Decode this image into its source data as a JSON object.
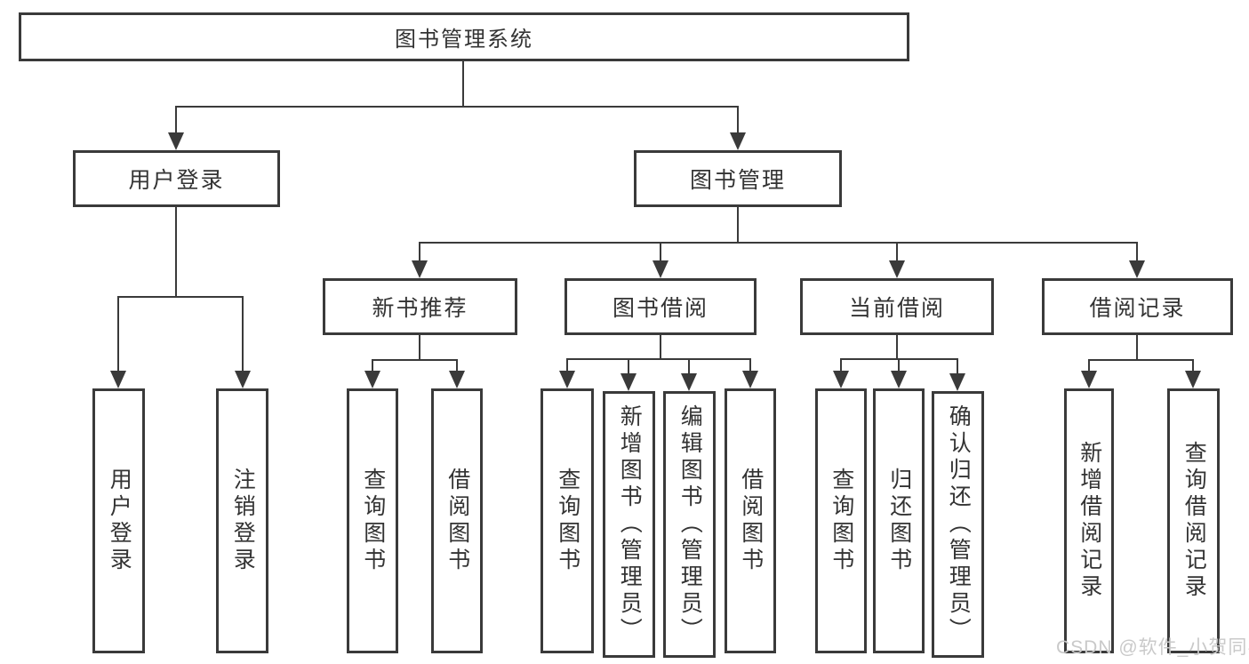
{
  "watermark": "CSDN @软件_小贺同学",
  "colors": {
    "line": "#3a3a3a",
    "text": "#333333",
    "background": "#ffffff",
    "watermark": "#c9c9c9"
  },
  "tree": {
    "label": "图书管理系统",
    "children": [
      {
        "label": "用户登录",
        "children": [
          {
            "label": "用户登录"
          },
          {
            "label": "注销登录"
          }
        ]
      },
      {
        "label": "图书管理",
        "children": [
          {
            "label": "新书推荐",
            "children": [
              {
                "label": "查询图书"
              },
              {
                "label": "借阅图书"
              }
            ]
          },
          {
            "label": "图书借阅",
            "children": [
              {
                "label": "查询图书"
              },
              {
                "label": "新增图书（管理员）"
              },
              {
                "label": "编辑图书（管理员）"
              },
              {
                "label": "借阅图书"
              }
            ]
          },
          {
            "label": "当前借阅",
            "children": [
              {
                "label": "查询图书"
              },
              {
                "label": "归还图书"
              },
              {
                "label": "确认归还（管理员）"
              }
            ]
          },
          {
            "label": "借阅记录",
            "children": [
              {
                "label": "新增借阅记录"
              },
              {
                "label": "查询借阅记录"
              }
            ]
          }
        ]
      }
    ]
  }
}
